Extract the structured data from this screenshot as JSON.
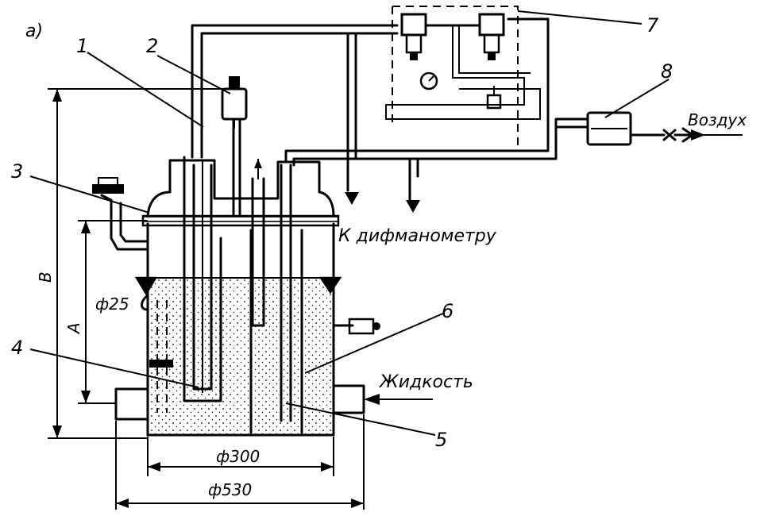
{
  "figure": {
    "subfigure_label": "а)",
    "callouts": [
      "1",
      "2",
      "3",
      "4",
      "5",
      "6",
      "7",
      "8"
    ],
    "outlet_label": "К дифманометру",
    "air_label": "Воздух",
    "liquid_label": "Жидкость",
    "dims": {
      "d_outer": "ф530",
      "d_inner": "ф300",
      "d_pipe": "ф25",
      "height_a": "А",
      "height_b": "В"
    }
  }
}
